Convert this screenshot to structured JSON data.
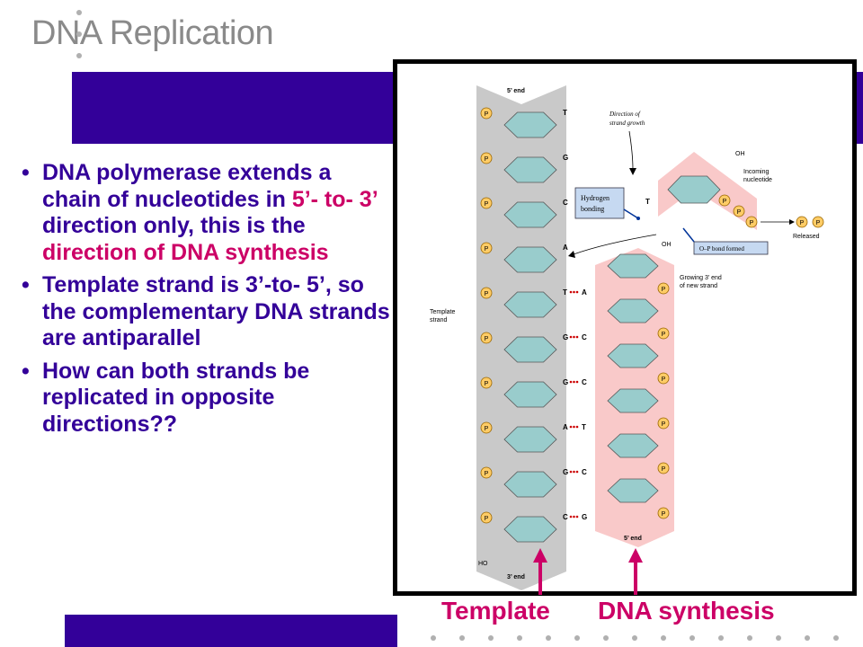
{
  "slide": {
    "title": "DNA Replication",
    "bullets": [
      {
        "parts": [
          {
            "text": "DNA polymerase extends a chain of nucleotides in ",
            "accent": false
          },
          {
            "text": "5’- to- 3’",
            "accent": true
          },
          {
            "text": " direction only, this is the ",
            "accent": false
          },
          {
            "text": "direction of DNA synthesis",
            "accent": true
          }
        ]
      },
      {
        "parts": [
          {
            "text": "Template strand is 3’-to- 5’, so the complementary DNA strands are antiparallel",
            "accent": false
          }
        ]
      },
      {
        "parts": [
          {
            "text": "How can both strands be replicated in opposite directions??",
            "accent": false
          }
        ]
      }
    ],
    "arrow_labels": {
      "template": "Template",
      "synthesis": "DNA synthesis"
    }
  },
  "diagram": {
    "template_label": "Template strand",
    "five_prime_end_top": "5’ end",
    "three_prime_end_bottom": "3’ end",
    "five_prime_end_new": "5’ end",
    "ho_label": "HO",
    "oh_top": "OH",
    "oh_mid": "OH",
    "phosphate": "P",
    "direction_label": "Direction of strand growth",
    "hydrogen_label": "Hydrogen bonding",
    "incoming_label": "Incoming nucleotide",
    "released_label": "Released",
    "op_bond_label": "O–P bond formed",
    "growing_label": "Growing 3’ end of new strand",
    "template_bases": [
      "T",
      "G",
      "C",
      "A",
      "T",
      "G",
      "G",
      "A",
      "G",
      "C"
    ],
    "new_bases": [
      "A",
      "C",
      "C",
      "T",
      "C",
      "G"
    ],
    "incoming_base": "T",
    "colors": {
      "template": "#c9c9c9",
      "new": "#f9c9c9",
      "sugar": "#99cccc",
      "phosphate": "#ffcc66",
      "box": "#c6d9f1",
      "band": "#330099",
      "accent": "#cc0066",
      "hbond": "#cc0000"
    }
  }
}
